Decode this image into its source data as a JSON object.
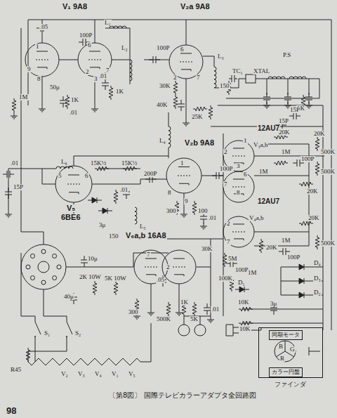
{
  "diagram": {
    "caption": "〔第8図〕 国際テレビカラーアダプタ全回路図",
    "nodes": [
      {
        "text": [
          "ファインダ"
        ]
      },
      {
        "text": [
          "同期モータ"
        ],
        "in": 0
      },
      {
        "text": [
          "カラー円盤"
        ],
        "in": 0
      }
    ],
    "labels": [
      "V₁ 9A8",
      "V₂a 9A8",
      ".05",
      "100P",
      "L₁",
      "L₂",
      "100P",
      "L₃",
      "TC₁",
      "XTAL",
      "P.S",
      "1",
      "9",
      "8",
      "6",
      "2",
      "3",
      "7",
      "6",
      "2",
      "7",
      "1M",
      "50μ",
      ".01",
      "1K",
      ".01",
      "1K",
      "30K",
      "40K",
      "25K",
      "150",
      "1K",
      "15P",
      "15P",
      "12AU7",
      "V₃a,b",
      "20K",
      "20K",
      "1M",
      "500K",
      "1M",
      "100P",
      "500K",
      "20K",
      "1",
      "2",
      "3",
      "6",
      "7",
      "8",
      "12AU7",
      "V₄a,b",
      "20K",
      "20K",
      "1M",
      "100P",
      "500K",
      "2",
      "7",
      "L₄",
      "V₂b 9A8",
      "1",
      "8",
      "9",
      "100P",
      "300",
      "100",
      ".01",
      ".01",
      "L₆",
      "15K½",
      "15K½",
      "15P",
      "5",
      "6",
      "V₅",
      "6BE6",
      "200P",
      ".01",
      "3μ",
      "L₅",
      "150",
      "V₆a,b 16A8",
      "10μ",
      "40μ",
      "2K 10W",
      "5K 10W",
      "300",
      ".05",
      "500K",
      "1K",
      "5K",
      ".01",
      "30K",
      "5M",
      "100P",
      "100K",
      "1M",
      "D₁",
      "10K",
      "3μ",
      "10K",
      "D₄",
      "D₃",
      "D₂",
      "7",
      "2",
      "S₁",
      "S₂",
      "R45",
      "V₂",
      "V₃",
      "V₄",
      "V₁",
      "V₅",
      "R",
      "G",
      "B",
      "98"
    ]
  }
}
